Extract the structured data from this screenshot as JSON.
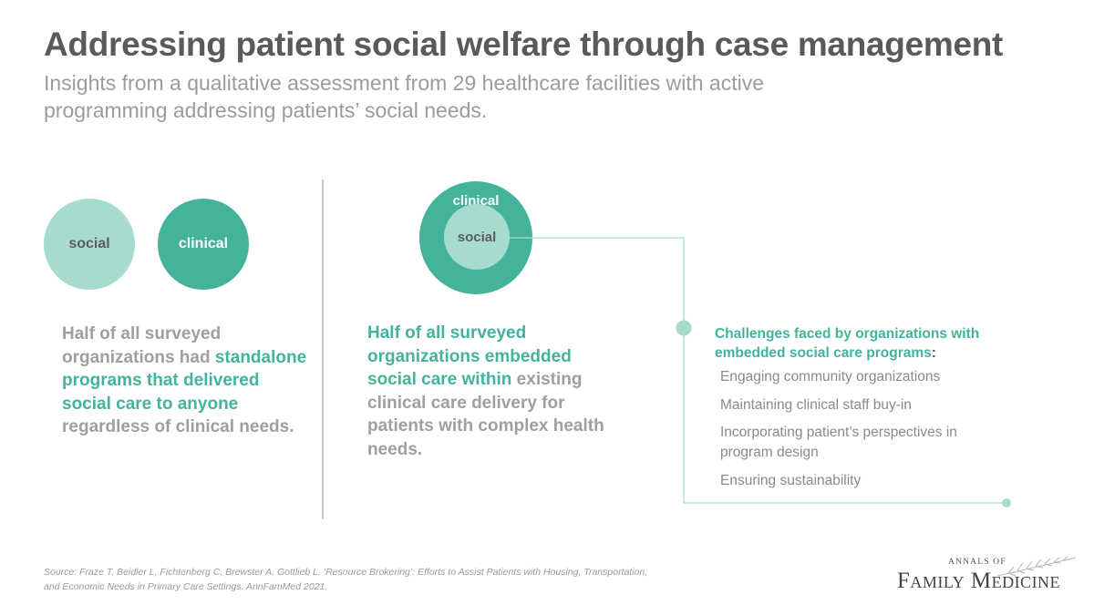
{
  "header": {
    "title": "Addressing patient social welfare through case management",
    "subtitle": "Insights from a qualitative assessment from 29 healthcare facilities with active programming addressing patients’ social needs."
  },
  "left_panel": {
    "circle_social": "social",
    "circle_clinical": "clinical",
    "text_before": "Half of all surveyed organizations had ",
    "text_highlight": "standalone programs that delivered social care to anyone",
    "text_after": " regardless of clinical needs."
  },
  "middle_panel": {
    "outer_circle_label": "clinical",
    "inner_circle_label": "social",
    "text_highlight": "Half of all surveyed organizations embedded social care within",
    "text_after": " existing clinical care delivery for patients with complex health needs."
  },
  "challenges": {
    "title": "Challenges faced by organizations with embedded social care programs",
    "colon": ":",
    "items": [
      "Engaging community organizations",
      "Maintaining clinical staff buy-in",
      "Incorporating patient’s perspectives in program design",
      "Ensuring sustainability"
    ]
  },
  "footer": {
    "source": "Source:  Fraze T, Beidler L, Fichtenberg C, Brewster A, Gottlieb L. ‘Resource Brokering’: Efforts to Assist Patients with Housing, Transportation, and Economic Needs in Primary Care Settings. AnnFamMed 2021.",
    "logo_small": "Annals of",
    "logo_big": "Family Medicine"
  },
  "colors": {
    "teal": "#43b39c",
    "light_teal": "#a8dbd0",
    "gray_text": "#9f9f9f",
    "title_gray": "#5a5a5a"
  }
}
